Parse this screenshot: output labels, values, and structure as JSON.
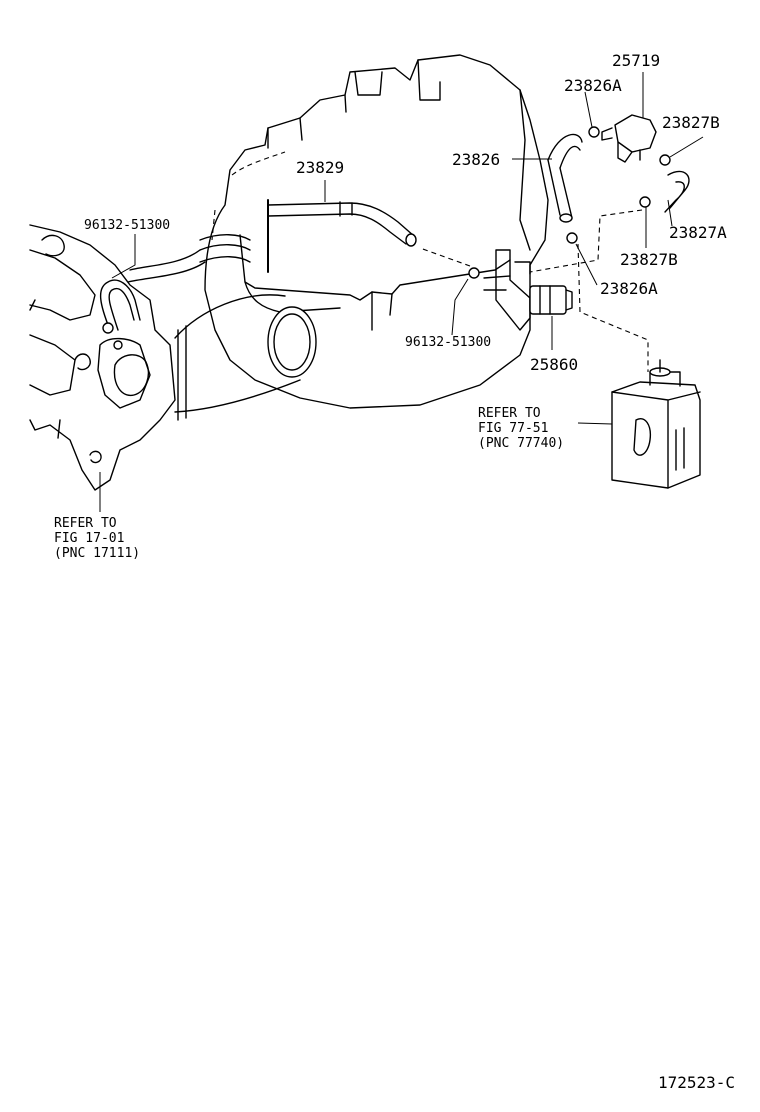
{
  "diagram": {
    "part_labels": {
      "p25719": "25719",
      "p23826A_top": "23826A",
      "p23827B_top": "23827B",
      "p23826": "23826",
      "p23829": "23829",
      "p23827A": "23827A",
      "p96132_left": "96132-51300",
      "p23827B_bottom": "23827B",
      "p23826A_bottom": "23826A",
      "p96132_bottom": "96132-51300",
      "p25860": "25860"
    },
    "references": {
      "canister": [
        "REFER TO",
        "FIG 77-51",
        "(PNC 77740)"
      ],
      "manifold": [
        "REFER TO",
        "FIG 17-01",
        "(PNC 17111)"
      ]
    },
    "figure_id": "172523-C"
  }
}
